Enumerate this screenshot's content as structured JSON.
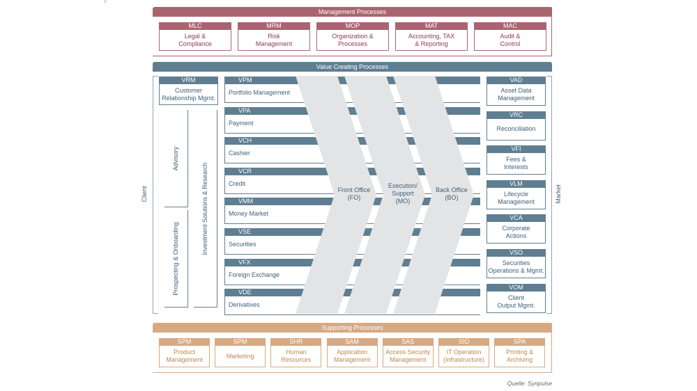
{
  "top_stub": "/",
  "management": {
    "title": "Management Processes",
    "items": [
      {
        "code": "MLC",
        "label": [
          "Legal &",
          "Compliance"
        ]
      },
      {
        "code": "MRM",
        "label": [
          "Risk",
          "Management"
        ]
      },
      {
        "code": "MOP",
        "label": [
          "Organization &",
          "Processes"
        ]
      },
      {
        "code": "MAT",
        "label": [
          "Accounting, TAX",
          "& Reporting"
        ]
      },
      {
        "code": "MAC",
        "label": [
          "Audit &",
          "Control"
        ]
      }
    ]
  },
  "value_creating": {
    "title": "Value Creating Processes",
    "client_label": "Client",
    "market_label": "Market",
    "vrm": {
      "code": "VRM",
      "label": [
        "Customer",
        "Relationship Mgmt."
      ]
    },
    "advisory_label": "Advisory",
    "prospecting_label": "Prospecting & Onboarding",
    "investment_label": "Investment Solutions & Research",
    "rows": [
      {
        "code": "VPM",
        "label": "Portfolio Management"
      },
      {
        "code": "VPA",
        "label": "Payment"
      },
      {
        "code": "VCH",
        "label": "Cashier"
      },
      {
        "code": "VCR",
        "label": "Credit"
      },
      {
        "code": "VMM",
        "label": "Money Market"
      },
      {
        "code": "VSE",
        "label": "Securities"
      },
      {
        "code": "VFX",
        "label": "Foreign Exchange"
      },
      {
        "code": "VDE",
        "label": "Derivatives"
      }
    ],
    "chevrons": [
      {
        "label": [
          "Front Office",
          "(FO)"
        ]
      },
      {
        "label": [
          "Execution/",
          "Support",
          "(MO)"
        ]
      },
      {
        "label": [
          "Back Office",
          "(BO)"
        ]
      }
    ],
    "right": [
      {
        "code": "VAD",
        "label": [
          "Asset Data",
          "Management"
        ]
      },
      {
        "code": "VRC",
        "label": [
          "Reconciliation"
        ]
      },
      {
        "code": "VFI",
        "label": [
          "Fees &",
          "Interests"
        ]
      },
      {
        "code": "VLM",
        "label": [
          "Lifecycle",
          "Management"
        ]
      },
      {
        "code": "VCA",
        "label": [
          "Corporate",
          "Actions"
        ]
      },
      {
        "code": "VSO",
        "label": [
          "Securities",
          "Operations & Mgmt."
        ]
      },
      {
        "code": "VOM",
        "label": [
          "Client",
          "Output Mgmt."
        ]
      }
    ]
  },
  "supporting": {
    "title": "Supporting Processes",
    "items": [
      {
        "code": "SPM",
        "label": [
          "Product",
          "Management"
        ]
      },
      {
        "code": "SPM",
        "label": [
          "Marketing"
        ]
      },
      {
        "code": "SHR",
        "label": [
          "Human",
          "Resources"
        ]
      },
      {
        "code": "SAM",
        "label": [
          "Application",
          "Management"
        ]
      },
      {
        "code": "SAS",
        "label": [
          "Access Security",
          "Management"
        ]
      },
      {
        "code": "SIO",
        "label": [
          "IT Operation",
          "(Infrastructure)"
        ]
      },
      {
        "code": "SPA",
        "label": [
          "Printing &",
          "Archiving"
        ]
      }
    ]
  },
  "source": "Quelle: Synpulse",
  "colors": {
    "management": "#a9646f",
    "value": "#5f7e91",
    "supporting": "#d7a983",
    "chevron": "#e3e4e6"
  }
}
